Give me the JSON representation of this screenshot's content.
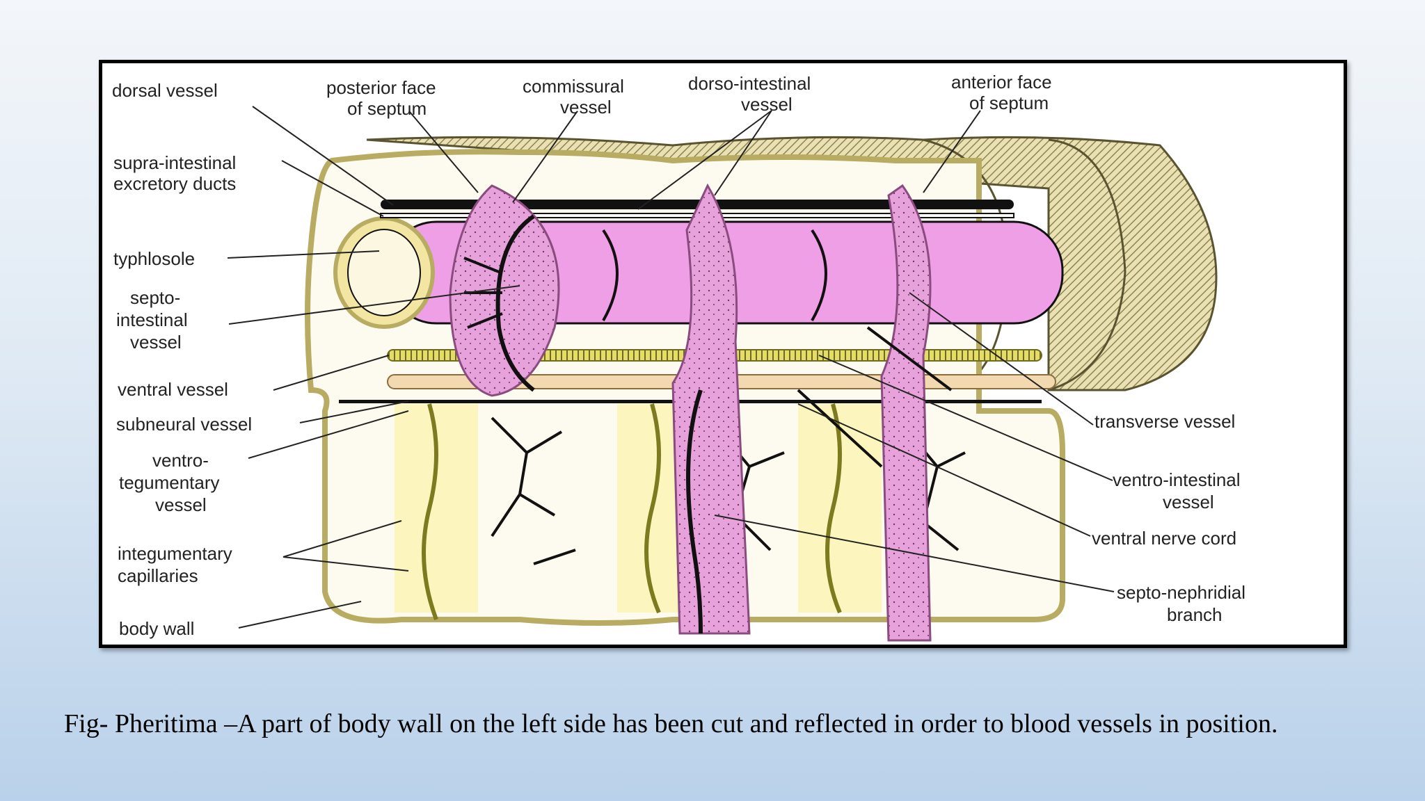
{
  "labels": {
    "dorsal_vessel": "dorsal vessel",
    "posterior_face_1": "posterior face",
    "posterior_face_2": "of septum",
    "commissural_1": "commissural",
    "commissural_2": "vessel",
    "dorso_intestinal_1": "dorso-intestinal",
    "dorso_intestinal_2": "vessel",
    "anterior_face_1": "anterior face",
    "anterior_face_2": "of septum",
    "supra_intestinal_1": "supra-intestinal",
    "supra_intestinal_2": "excretory ducts",
    "typhlosole": "typhlosole",
    "septo_intestinal_1": "septo-",
    "septo_intestinal_2": "intestinal",
    "septo_intestinal_3": "vessel",
    "ventral_vessel": "ventral vessel",
    "subneural_vessel": "subneural vessel",
    "ventro_tegumentary_1": "ventro-",
    "ventro_tegumentary_2": "tegumentary",
    "ventro_tegumentary_3": "vessel",
    "integumentary_1": "integumentary",
    "integumentary_2": "capillaries",
    "body_wall": "body wall",
    "transverse_vessel": "transverse vessel",
    "ventro_intestinal_1": "ventro-intestinal",
    "ventro_intestinal_2": "vessel",
    "ventral_nerve_cord": "ventral nerve cord",
    "septo_nephridial_1": "septo-nephridial",
    "septo_nephridial_2": "branch"
  },
  "caption": "Fig- Pheritima –A part of body wall on the left side has been cut and reflected in order to  blood vessels in position.",
  "colors": {
    "intestine": "#ef9fe6",
    "septum": "#e59ad8",
    "body_wall_hatch": "#c6bb7e",
    "body_fill": "#f8f3cc",
    "nerve_cord": "#d9d35a",
    "vessel": "#111111"
  }
}
